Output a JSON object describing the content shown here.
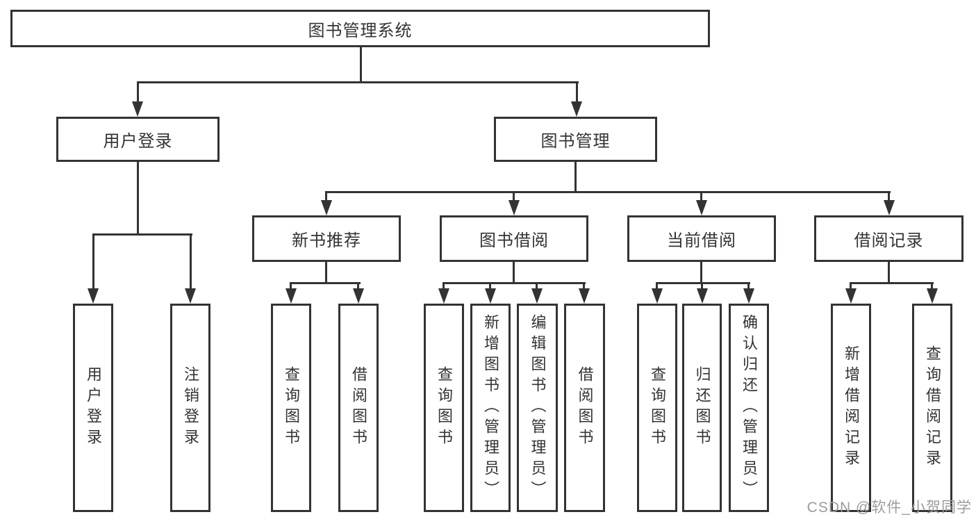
{
  "diagram": {
    "type": "hierarchy",
    "title": "图书管理系统",
    "colors": {
      "line": "#333333",
      "text": "#333333",
      "background": "#ffffff",
      "watermark": "#9c9c9c"
    },
    "nodes": {
      "root": {
        "label": "图书管理系统"
      },
      "user_login": {
        "label": "用户登录"
      },
      "book_mgmt": {
        "label": "图书管理"
      },
      "new_books": {
        "label": "新书推荐"
      },
      "book_borrow": {
        "label": "图书借阅"
      },
      "current_borrow": {
        "label": "当前借阅"
      },
      "borrow_records": {
        "label": "借阅记录"
      },
      "leaf_user_login": {
        "label": "用户登录"
      },
      "leaf_logout": {
        "label": "注销登录"
      },
      "leaf_nb_query": {
        "label": "查询图书"
      },
      "leaf_nb_borrow": {
        "label": "借阅图书"
      },
      "leaf_bb_query": {
        "label": "查询图书"
      },
      "leaf_bb_add": {
        "label": "新增图书（管理员）"
      },
      "leaf_bb_edit": {
        "label": "编辑图书（管理员）"
      },
      "leaf_bb_borrow": {
        "label": "借阅图书"
      },
      "leaf_cb_query": {
        "label": "查询图书"
      },
      "leaf_cb_return": {
        "label": "归还图书"
      },
      "leaf_cb_confirm": {
        "label": "确认归还（管理员）"
      },
      "leaf_br_add": {
        "label": "新增借阅记录"
      },
      "leaf_br_query": {
        "label": "查询借阅记录"
      }
    },
    "watermark": "CSDN @软件_小贺同学"
  }
}
